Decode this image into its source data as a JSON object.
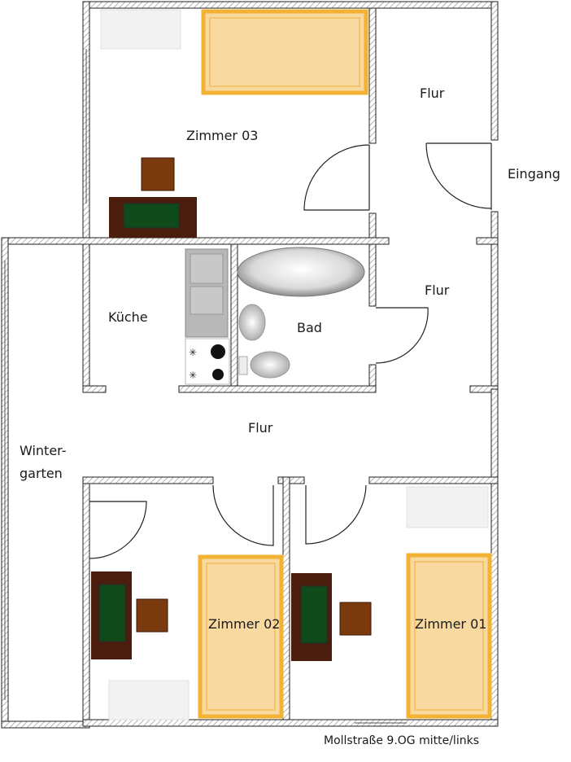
{
  "rooms": {
    "zimmer03": "Zimmer 03",
    "flur_top": "Flur",
    "eingang": "Eingang",
    "kueche": "Küche",
    "bad": "Bad",
    "flur_mid": "Flur",
    "flur_main": "Flur",
    "wintergarten_line1": "Winter-",
    "wintergarten_line2": "garten",
    "zimmer02": "Zimmer 02",
    "zimmer01": "Zimmer 01"
  },
  "caption": "Mollstraße 9.OG mitte/links",
  "colors": {
    "wall": "#1a1a1a",
    "wall_hatch": "#8a8a8a",
    "bed_frame": "#f2b233",
    "bed_fill": "#f8d9a0",
    "desk": "#4a1d0c",
    "desk_top": "#0f4a1a",
    "chair": "#7a3a0e",
    "appliance": "#b8b8b8"
  }
}
